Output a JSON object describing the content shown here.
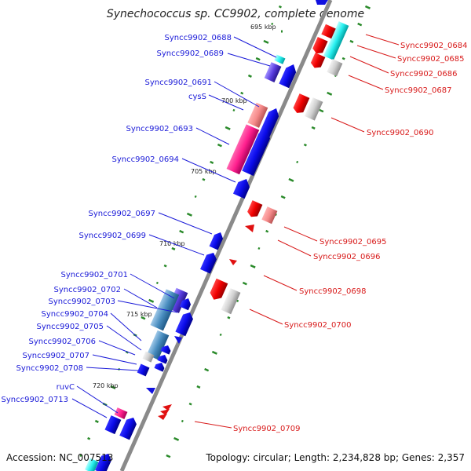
{
  "title": "Synechococcus sp. CC9902, complete genome",
  "footer": {
    "accession": "Accession: NC_007513",
    "topology": "Topology: circular; Length: 2,234,828 bp; Genes: 2,357"
  },
  "kbp_marks": [
    "695 kbp",
    "700 kbp",
    "705 kbp",
    "710 kbp",
    "715 kbp",
    "720 kbp"
  ],
  "left_labels": [
    "Syncc9902_0688",
    "Syncc9902_0689",
    "Syncc9902_0691",
    "cysS",
    "Syncc9902_0693",
    "Syncc9902_0694",
    "Syncc9902_0697",
    "Syncc9902_0699",
    "Syncc9902_0701",
    "Syncc9902_0702",
    "Syncc9902_0703",
    "Syncc9902_0704",
    "Syncc9902_0705",
    "Syncc9902_0706",
    "Syncc9902_0707",
    "Syncc9902_0708",
    "ruvC",
    "Syncc9902_0713"
  ],
  "right_labels": [
    "Syncc9902_0684",
    "Syncc9902_0685",
    "Syncc9902_0686",
    "Syncc9902_0687",
    "Syncc9902_0690",
    "Syncc9902_0695",
    "Syncc9902_0696",
    "Syncc9902_0698",
    "Syncc9902_0700",
    "Syncc9902_0709"
  ],
  "colors": {
    "forward_strand": "#1010e0",
    "reverse_strand": "#e01010",
    "backbone": "#8a8a8a",
    "gc_dash": "#2a8a2a",
    "label_left": "#1a1ad8",
    "label_right": "#d81a1a"
  }
}
